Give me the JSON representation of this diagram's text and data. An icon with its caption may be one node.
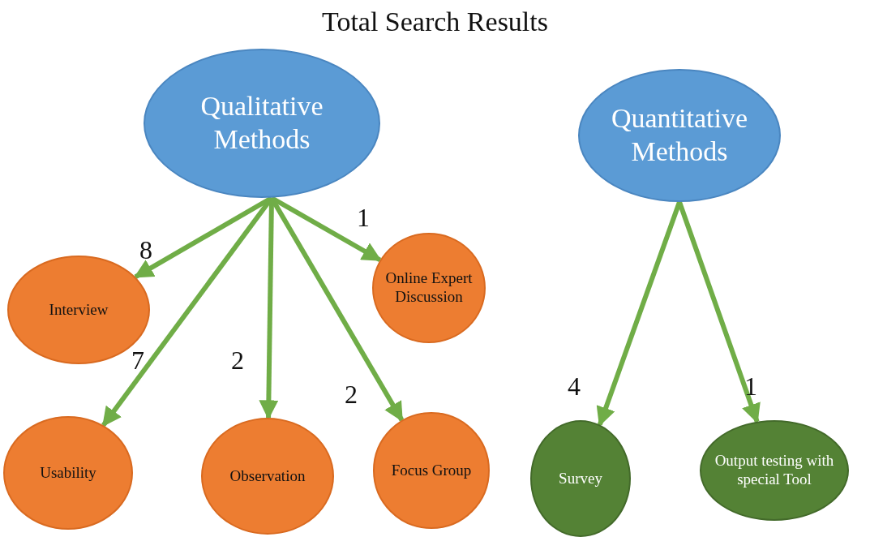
{
  "diagram": {
    "title": "Total Search Results",
    "nodes": [
      {
        "text": [
          "Qualitative Methods"
        ]
      },
      {
        "text": [
          "Quantitative Methods"
        ]
      },
      {
        "text": [
          "Interview"
        ]
      },
      {
        "text": [
          "Online Expert Discussion"
        ]
      },
      {
        "text": [
          "Usability"
        ]
      },
      {
        "text": [
          "Observation"
        ]
      },
      {
        "text": [
          "Focus Group"
        ]
      },
      {
        "text": [
          "Survey"
        ]
      },
      {
        "text": [
          "Output testing with special Tool"
        ]
      }
    ],
    "edges": [
      {
        "from": 0,
        "to": 2,
        "arrow": "to",
        "label": "8"
      },
      {
        "from": 0,
        "to": 3,
        "arrow": "to",
        "label": "1"
      },
      {
        "from": 0,
        "to": 4,
        "arrow": "to",
        "label": "7"
      },
      {
        "from": 0,
        "to": 5,
        "arrow": "to",
        "label": "2"
      },
      {
        "from": 0,
        "to": 6,
        "arrow": "to",
        "label": "2"
      },
      {
        "from": 1,
        "to": 7,
        "arrow": "to",
        "label": "4"
      },
      {
        "from": 1,
        "to": 8,
        "arrow": "to",
        "label": "1"
      }
    ]
  }
}
